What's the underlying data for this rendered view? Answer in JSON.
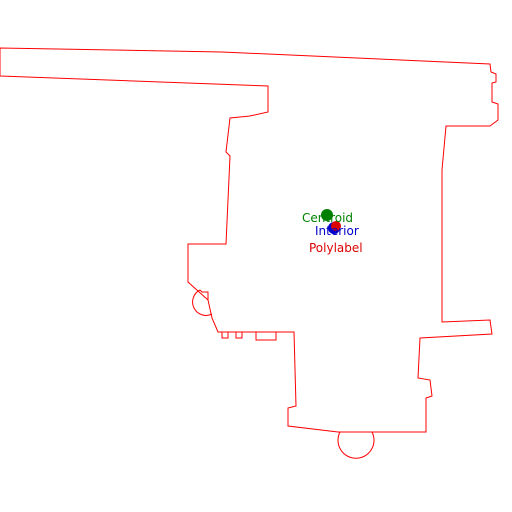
{
  "diagram": {
    "outline_color": "#ff0000",
    "markers": [
      {
        "id": "centroid",
        "label": "Centroid",
        "color": "#008000"
      },
      {
        "id": "interior",
        "label": "Interior",
        "color": "#0000cc"
      },
      {
        "id": "polylabel",
        "label": "Polylabel",
        "color": "#dd0000"
      }
    ]
  }
}
